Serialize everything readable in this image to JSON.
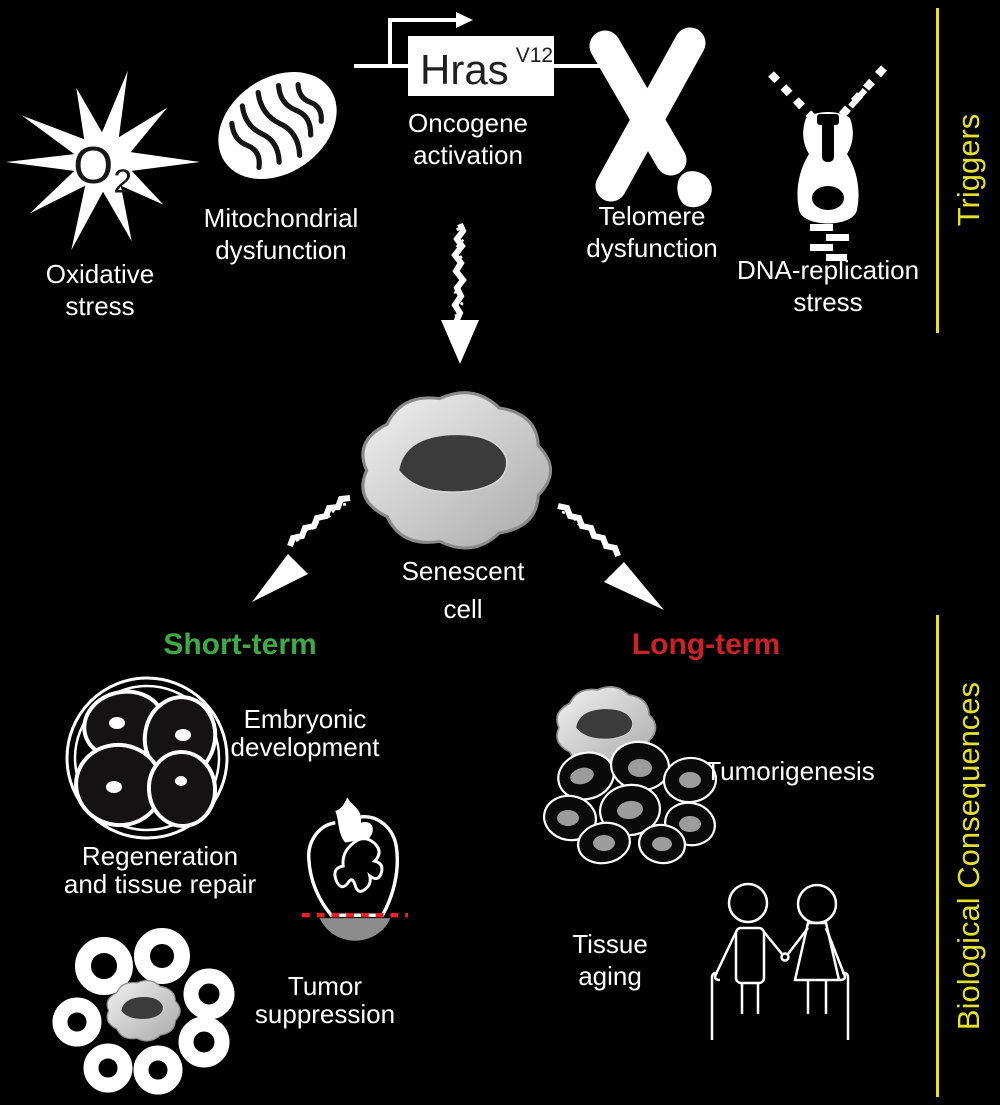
{
  "colors": {
    "background": "#000000",
    "text": "#ffffff",
    "section_label_yellow": "#e3e02f",
    "short_term_green": "#3fa948",
    "long_term_red": "#cb2127",
    "amputation_dash_red": "#ec2027",
    "senescent_cell_gray": "#c8c8c8",
    "nucleus_dark": "#3b3b3b"
  },
  "triggers": {
    "section_label": "Triggers",
    "oxidative_stress": {
      "line1": "Oxidative",
      "line2": "stress",
      "symbol": "O",
      "symbol_sub": "2"
    },
    "mitochondrial_dysfunction": {
      "line1": "Mitochondrial",
      "line2": "dysfunction"
    },
    "oncogene_activation": {
      "line1": "Oncogene",
      "line2": "activation",
      "gene_name": "Hras",
      "gene_variant": "V12"
    },
    "telomere_dysfunction": {
      "line1": "Telomere",
      "line2": "dysfunction"
    },
    "dna_replication_stress": {
      "line1": "DNA-replication",
      "line2": "stress"
    }
  },
  "center": {
    "cell_label_line1": "Senescent",
    "cell_label_line2": "cell"
  },
  "consequences": {
    "section_label": "Biological Consequences",
    "short_term": {
      "heading": "Short-term",
      "embryonic_development": {
        "line1": "Embryonic",
        "line2": "development"
      },
      "regeneration": {
        "line1": "Regeneration",
        "line2": "and tissue repair"
      },
      "tumor_suppression": {
        "line1": "Tumor",
        "line2": "suppression"
      }
    },
    "long_term": {
      "heading": "Long-term",
      "tumorigenesis": {
        "line1": "Tumorigenesis"
      },
      "tissue_aging": {
        "line1": "Tissue",
        "line2": "aging"
      }
    }
  }
}
